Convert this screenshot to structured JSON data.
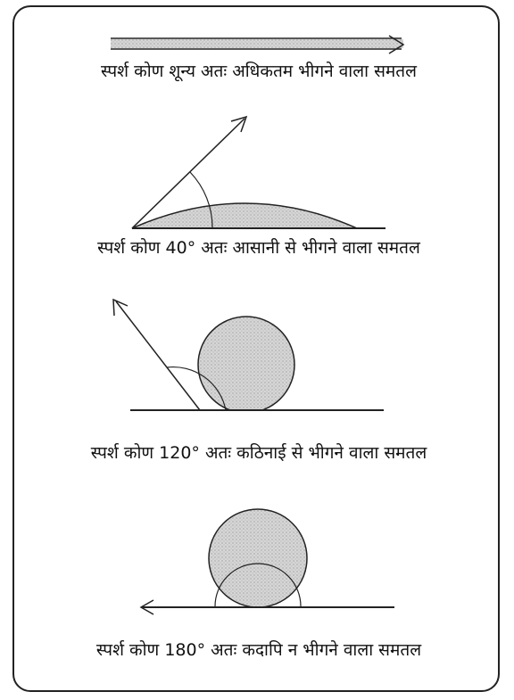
{
  "panels": [
    {
      "angle_label": "",
      "caption": "स्पर्श कोण शून्य अतः अधिकतम भीगने वाला समतल"
    },
    {
      "angle_label": "40°",
      "caption": "स्पर्श कोण 40° अतः आसानी से भीगने वाला समतल"
    },
    {
      "angle_label": "120°",
      "caption": "स्पर्श कोण 120° अतः कठिनाई से भीगने वाला समतल"
    },
    {
      "angle_label": "180°",
      "caption": "स्पर्श कोण 180° अतः कदापि न भीगने वाला समतल"
    }
  ],
  "colors": {
    "ink": "#222222",
    "drop_fill": "#c9c9c9"
  }
}
